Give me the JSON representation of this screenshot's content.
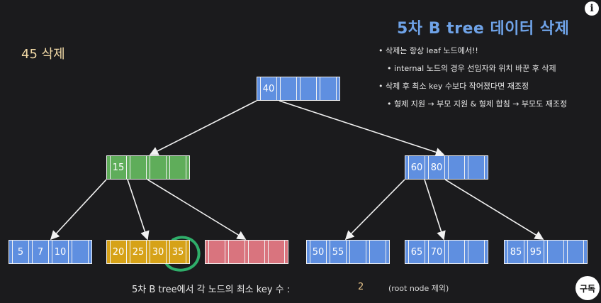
{
  "title": "5차 B tree 데이터 삭제",
  "operation_label": "45 삭제",
  "notes": [
    {
      "level": 1,
      "bullet": "•",
      "text": "삭제는 항상 leaf 노드에서!!"
    },
    {
      "level": 2,
      "bullet": "•",
      "text": "internal 노드의 경우 선임자와 위치 바꾼 후 삭제"
    },
    {
      "level": 1,
      "bullet": "•",
      "text": "삭제 후 최소 key 수보다 작어졌다면 재조정"
    },
    {
      "level": 2,
      "bullet": "•",
      "text": "형제 지원 → 부모 지원 & 형제 합침 → 부모도 재조정"
    }
  ],
  "tree": {
    "root": {
      "keys": [
        "40",
        "",
        "",
        ""
      ],
      "color": "blue"
    },
    "internal": [
      {
        "keys": [
          "15",
          "",
          "",
          ""
        ],
        "color": "green"
      },
      {
        "keys": [
          "60",
          "80",
          "",
          ""
        ],
        "color": "blue"
      }
    ],
    "leaves": [
      {
        "keys": [
          "5",
          "7",
          "10",
          ""
        ],
        "color": "blue"
      },
      {
        "keys": [
          "20",
          "25",
          "30",
          "35"
        ],
        "color": "gold"
      },
      {
        "keys": [
          "",
          "",
          "",
          ""
        ],
        "color": "pink"
      },
      {
        "keys": [
          "50",
          "55",
          "",
          ""
        ],
        "color": "blue"
      },
      {
        "keys": [
          "65",
          "70",
          "",
          ""
        ],
        "color": "blue"
      },
      {
        "keys": [
          "85",
          "95",
          "",
          ""
        ],
        "color": "blue"
      }
    ]
  },
  "footer": {
    "text": "5차 B tree에서 각 노드의 최소 key 수 :",
    "value": "2",
    "note": "(root node 제외)"
  },
  "overlay": {
    "info_glyph": "i",
    "subscribe_label": "구독",
    "highlight_color": "#2fae6a"
  },
  "colors": {
    "background": "#1b1b1d",
    "blue": "#5f8fe0",
    "green": "#5fad5a",
    "gold": "#d6a218",
    "pink": "#d9747e",
    "title": "#6fa3e8"
  }
}
